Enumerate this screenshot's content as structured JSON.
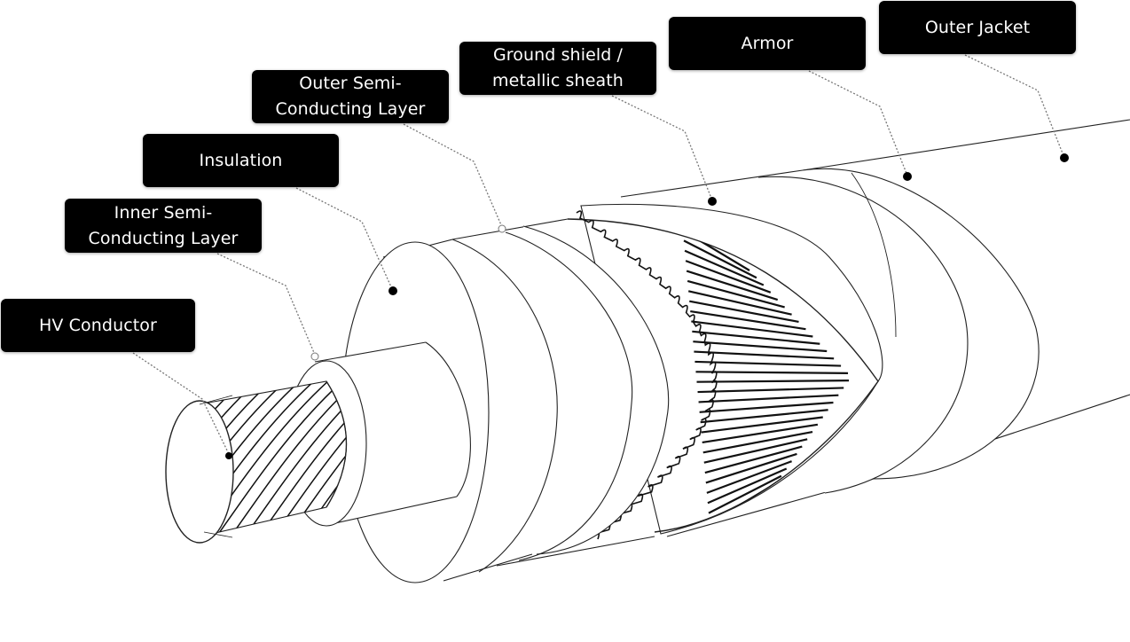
{
  "diagram": {
    "type": "cable-cross-section-cutaway",
    "labels": {
      "hv_conductor": [
        "HV Conductor"
      ],
      "inner_semi": [
        "Inner Semi-",
        "Conducting Layer"
      ],
      "insulation": [
        "Insulation"
      ],
      "outer_semi": [
        "Outer Semi-",
        "Conducting Layer"
      ],
      "ground_shield": [
        "Ground shield /",
        "metallic sheath"
      ],
      "armor": [
        "Armor"
      ],
      "outer_jacket": [
        "Outer Jacket"
      ]
    },
    "colors": {
      "label_bg": "#000000",
      "label_text": "#ffffff",
      "line": "#222222",
      "leader": "#777777",
      "background": "#ffffff"
    }
  }
}
